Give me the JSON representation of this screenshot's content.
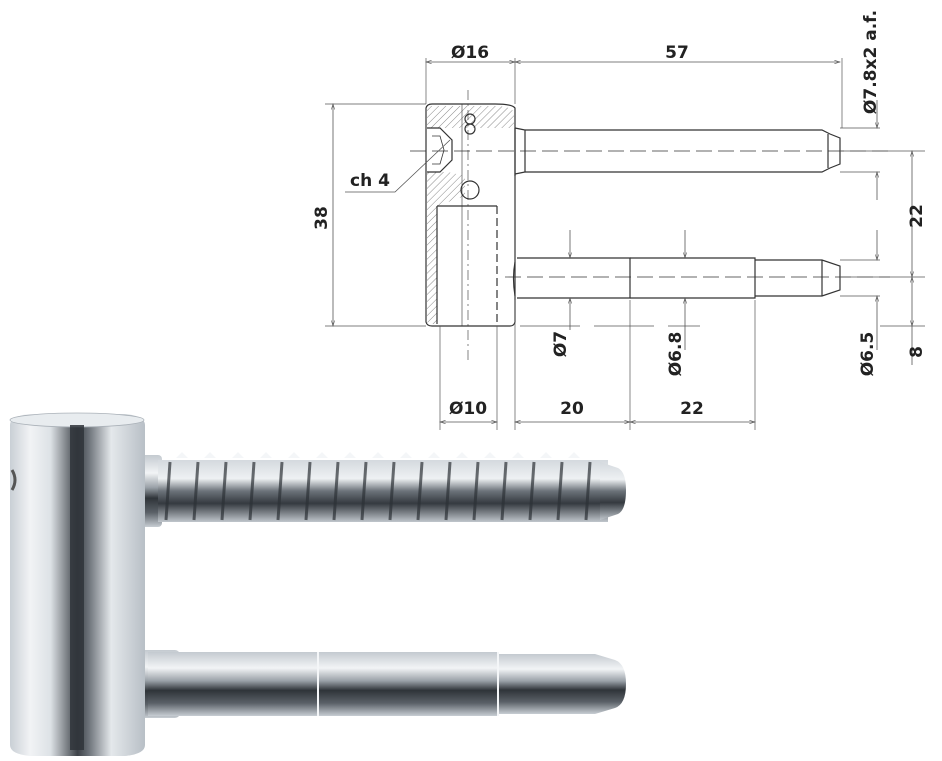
{
  "drawing": {
    "dimensions": {
      "head_diameter": "Ø16",
      "thread_length": "57",
      "thread_spec": "Ø7.8x2 a.f.",
      "total_height": "38",
      "hex_socket": "ch 4",
      "pin_spacing": "22",
      "bottom_offset": "8",
      "bore_diameter": "Ø10",
      "pin_seg1_length": "20",
      "pin_seg2_length": "22",
      "pin_diameter_1": "Ø7",
      "pin_diameter_2": "Ø6.8",
      "pin_diameter_3": "Ø6.5"
    }
  },
  "photo": {
    "subject": "zinc-plated hinge body with threaded screw and stepped pin"
  },
  "colors": {
    "line": "#333333",
    "hatch": "#888888",
    "metal_light": "#e6eaee",
    "metal_mid": "#b9c0c7",
    "metal_dark": "#3a3f45"
  }
}
